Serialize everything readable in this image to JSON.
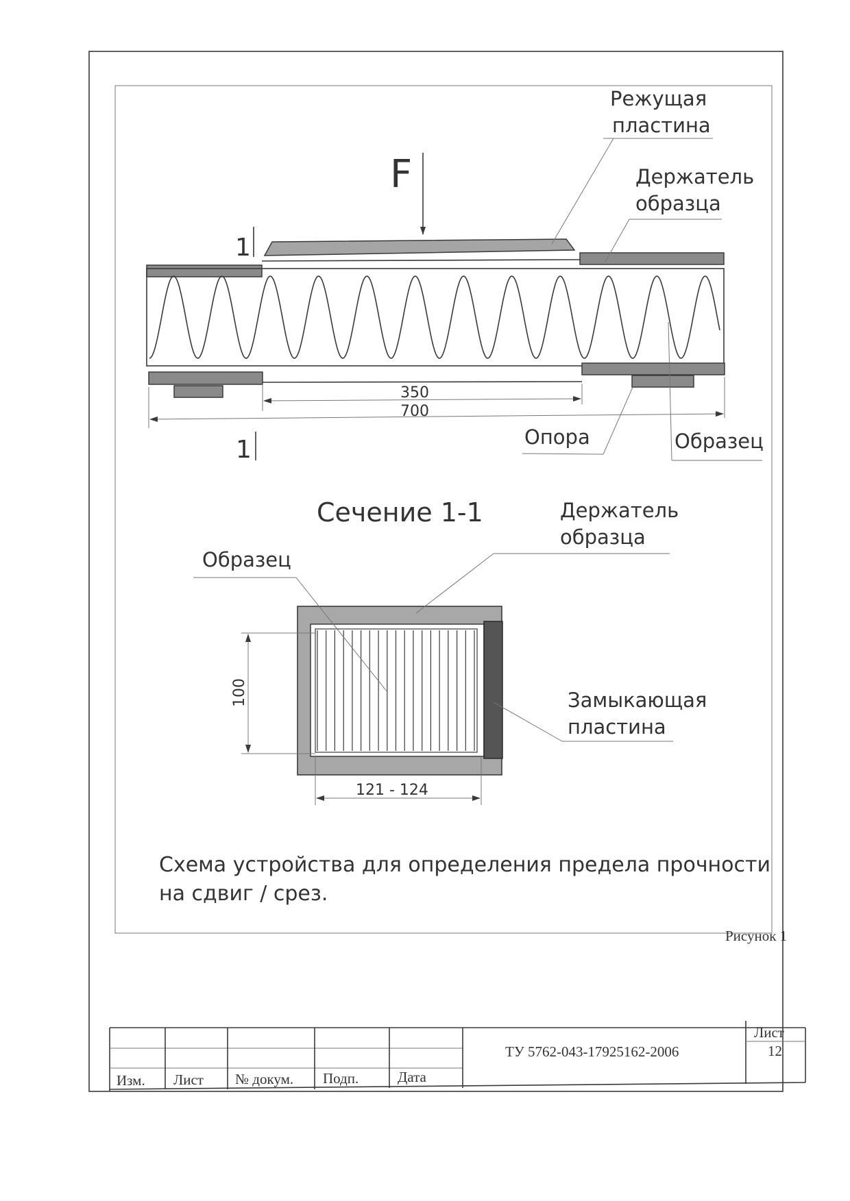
{
  "diagram": {
    "labels": {
      "cutting_plate": [
        "Режущая",
        "пластина"
      ],
      "holder_top": [
        "Держатель",
        "образца"
      ],
      "force": "F",
      "section_mark_top": "1",
      "section_mark_bottom": "1",
      "support": "Опора",
      "sample_right": "Образец",
      "section_title": "Сечение 1-1",
      "holder_section": [
        "Держатель",
        "образца"
      ],
      "sample_section": "Образец",
      "closing_plate": [
        "Замыкающая",
        "пластина"
      ]
    },
    "dimensions": {
      "inner_span": "350",
      "total_length": "700",
      "height": "100",
      "width": "121 - 124"
    },
    "caption": [
      "Схема устройства для определения предела прочности",
      "на сдвиг / срез."
    ],
    "figure_label": "Рисунок 1"
  },
  "title_block": {
    "columns": [
      "Изм.",
      "Лист",
      "№ докум.",
      "Подп.",
      "Дата"
    ],
    "document_code": "ТУ 5762-043-17925162-2006",
    "sheet_label": "Лист",
    "sheet_number": "12"
  },
  "colors": {
    "ink": "#333333",
    "plate_fill": "#8a8a8a",
    "closing_plate_fill": "#555555",
    "background": "#ffffff"
  }
}
